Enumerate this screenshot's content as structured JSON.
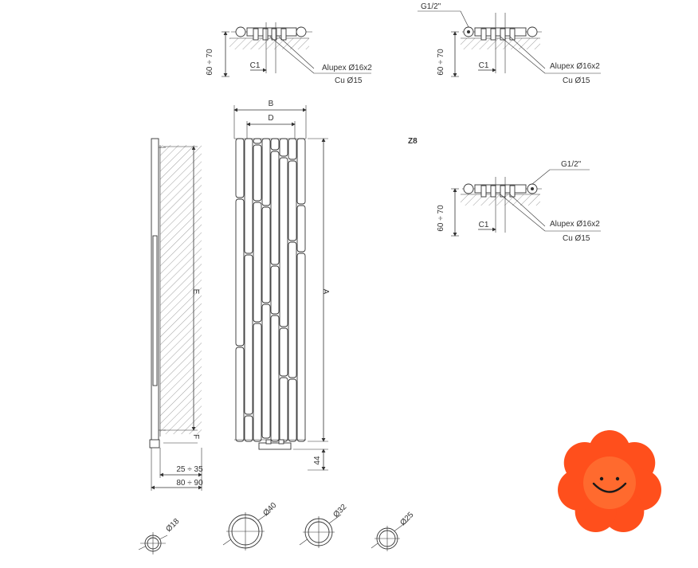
{
  "labels": {
    "b": "B",
    "d": "D",
    "a": "A",
    "e": "E",
    "f": "F",
    "z8": "Z8",
    "dim_25_35": "25 ÷ 35",
    "dim_80_90": "80 ÷ 90",
    "dim_44": "44",
    "c1": "C1",
    "h_60_70": "60 ÷ 70",
    "g12": "G1/2\"",
    "alupex": "Alupex Ø16x2",
    "cu": "Cu Ø15"
  },
  "sections": [
    {
      "label": "Ø18"
    },
    {
      "label": "Ø40"
    },
    {
      "label": "Ø32"
    },
    {
      "label": "Ø25"
    }
  ],
  "colors": {
    "line": "#333333",
    "flower": "#ff4f1c",
    "flower_center": "#ff6a2e",
    "smile": "#1a1a1a"
  },
  "icons": {
    "flower": "smiling-flower-icon"
  }
}
